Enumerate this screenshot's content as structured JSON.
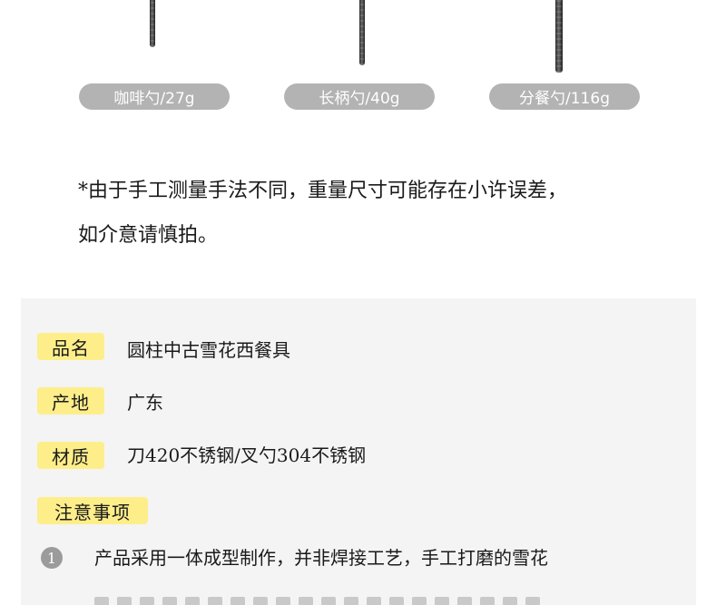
{
  "products": [
    {
      "label": "咖啡勺/27g"
    },
    {
      "label": "长柄勺/40g"
    },
    {
      "label": "分餐勺/116g"
    }
  ],
  "note": {
    "line1": "*由于手工测量手法不同，重量尺寸可能存在小许误差，",
    "line2": "如介意请慎拍。"
  },
  "specs": {
    "name_label": "品名",
    "name_value": "圆柱中古雪花西餐具",
    "origin_label": "产地",
    "origin_value": "广东",
    "material_label": "材质",
    "material_value": "刀420不锈钢/叉勺304不锈钢",
    "notice_label": "注意事项"
  },
  "notice_items": [
    {
      "number": "1",
      "text": "产品采用一体成型制作，并非焊接工艺，手工打磨的雪花"
    }
  ],
  "colors": {
    "tag_highlight": "#fdee8a",
    "pill_bg": "#b3b3b3",
    "panel_bg": "#f4f4f4",
    "number_badge": "#9b9b9b"
  }
}
